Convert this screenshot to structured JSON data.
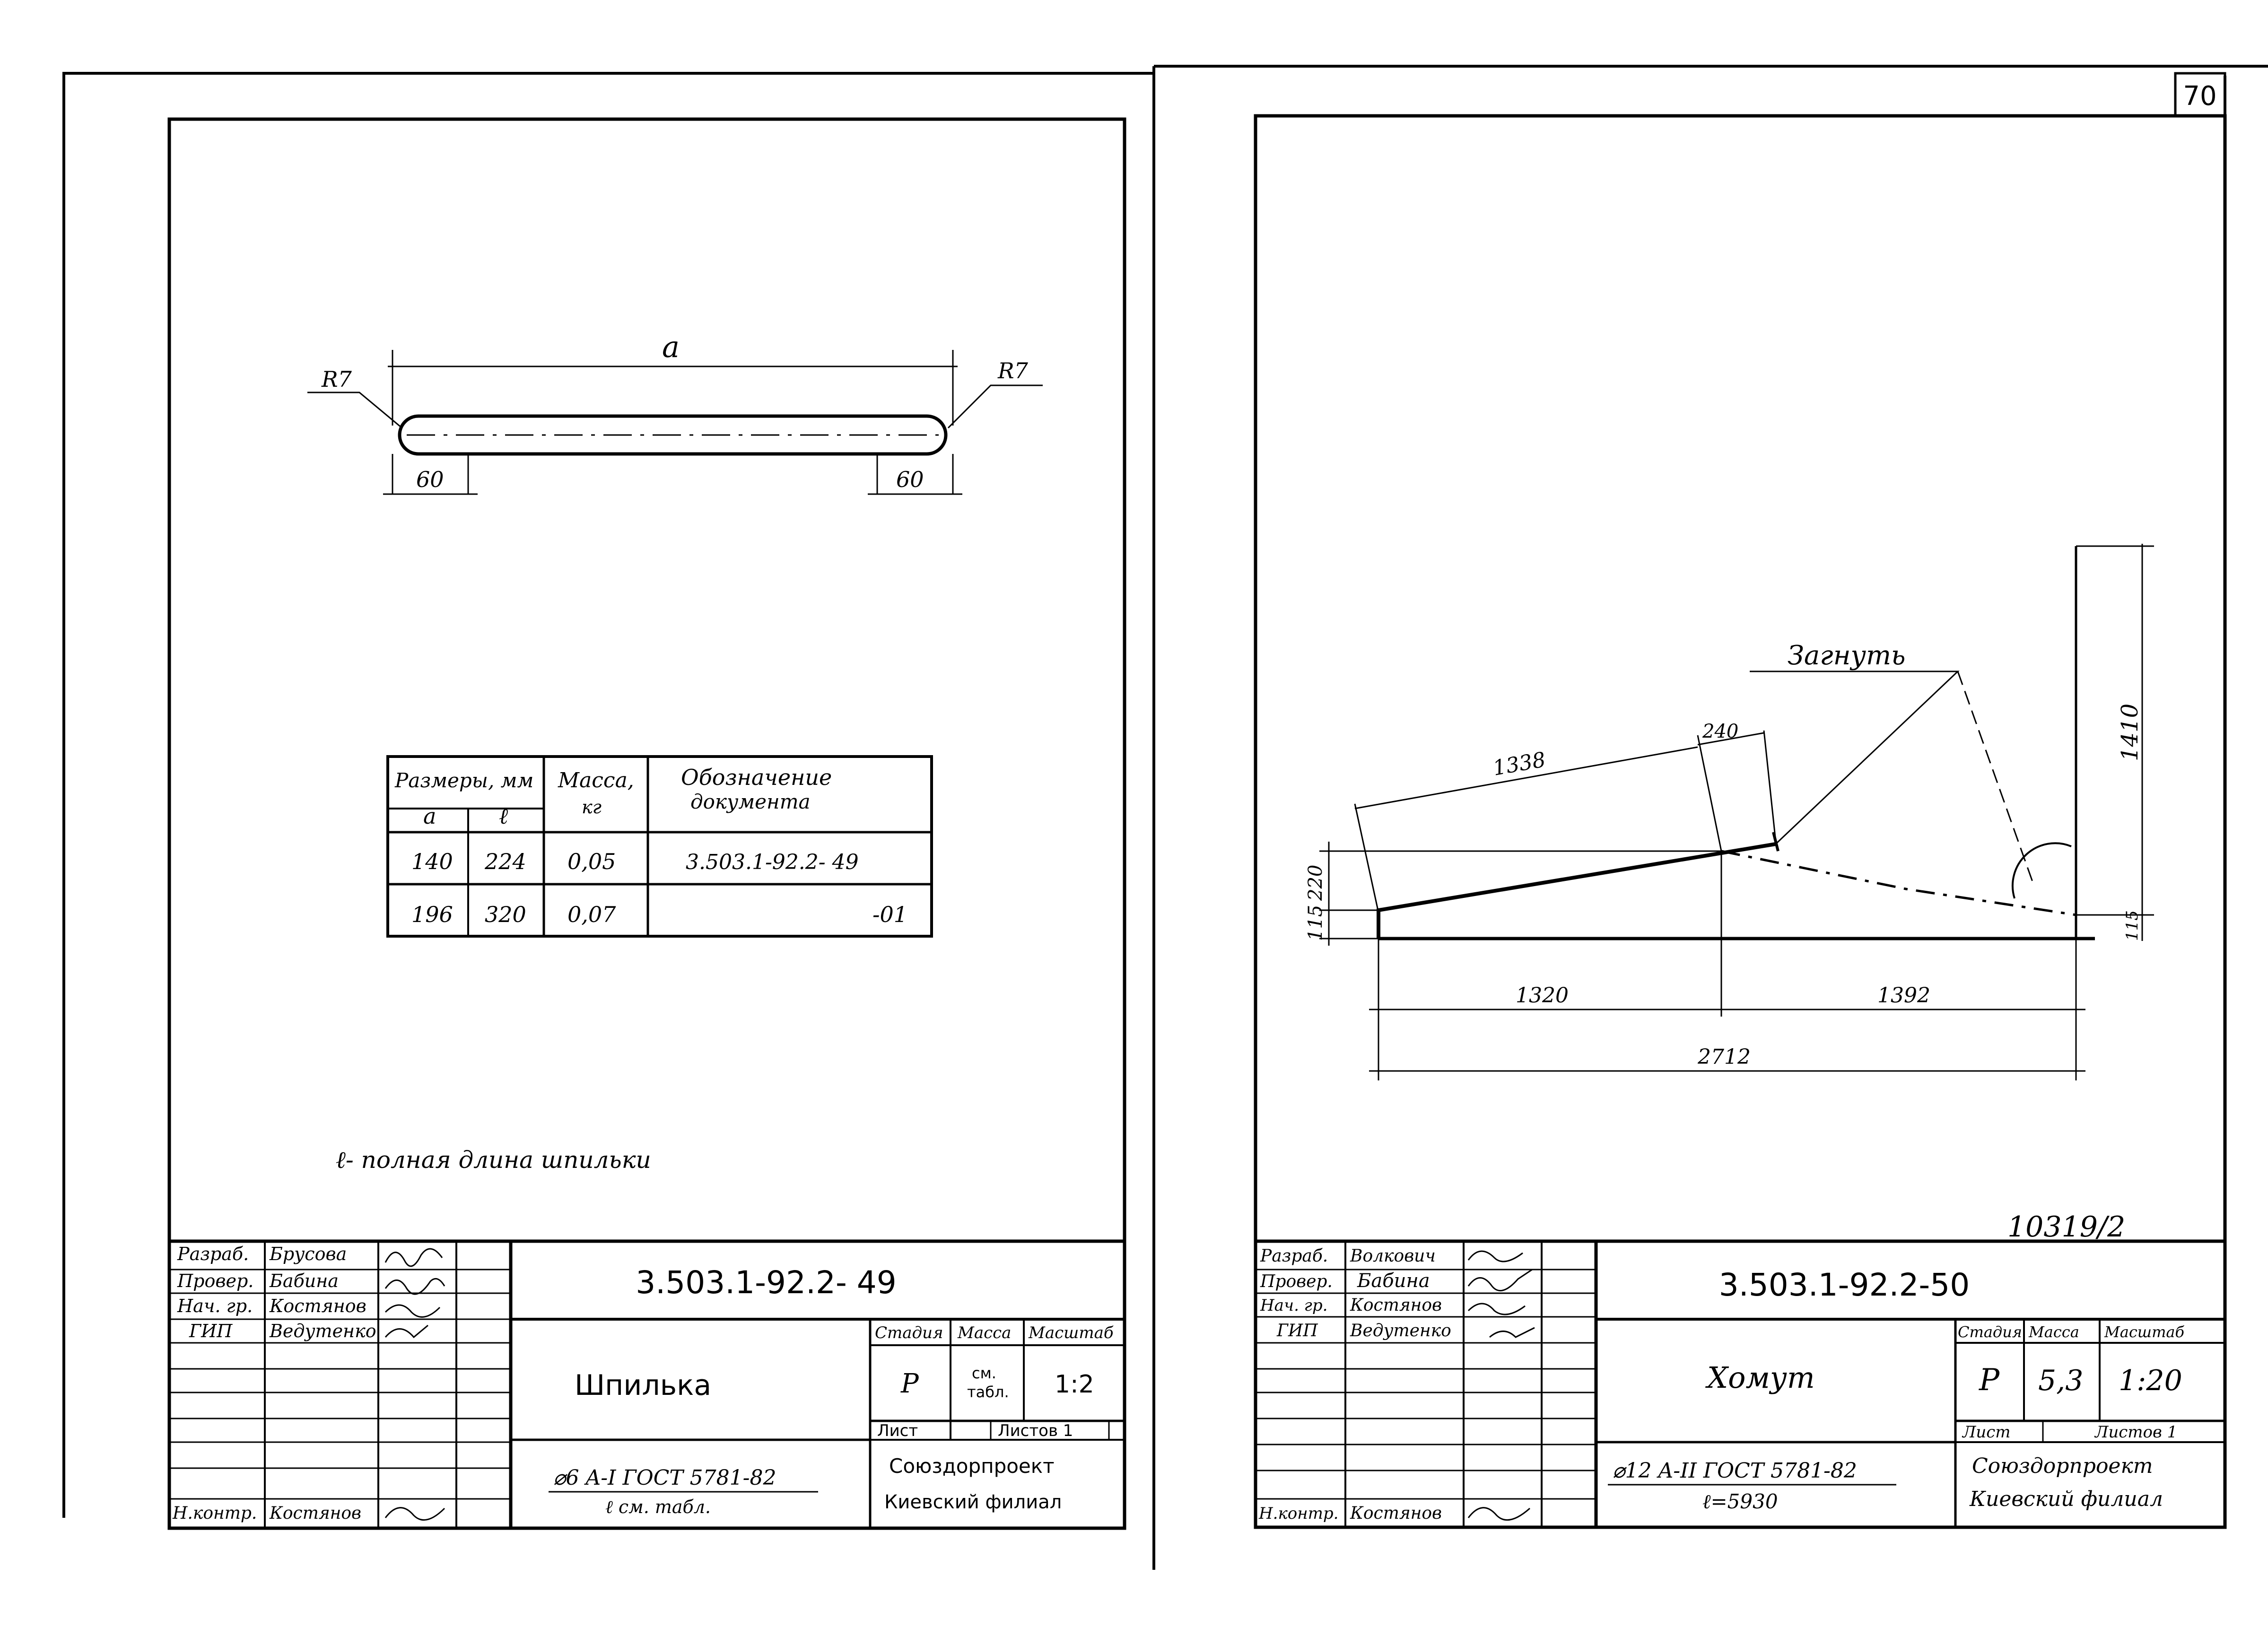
{
  "page_number": "70",
  "left": {
    "labels": {
      "a": "a",
      "r7_left": "R7",
      "r7_right": "R7",
      "dim60_left": "60",
      "dim60_right": "60"
    },
    "table": {
      "h_sizes": "Размеры, мм",
      "h_a": "a",
      "h_l": "ℓ",
      "h_mass": "Масса,",
      "h_mass_unit": "кг",
      "h_doc": "Обозначение",
      "h_doc2": "документа",
      "rows": [
        {
          "a": "140",
          "l": "224",
          "mass": "0,05",
          "doc": "3.503.1-92.2- 49"
        },
        {
          "a": "196",
          "l": "320",
          "mass": "0,07",
          "doc": "-01"
        }
      ]
    },
    "note": "ℓ- полная длина шпильки",
    "title_block": {
      "roles": [
        "Разраб.",
        "Провер.",
        "Нач. гр.",
        "ГИП",
        "Н.контр."
      ],
      "names": [
        "Брусова",
        "Бабина",
        "Костянов",
        "Ведутенко",
        "Костянов"
      ],
      "code": "3.503.1-92.2- 49",
      "name": "Шпилька",
      "h_stage": "Стадия",
      "h_mass": "Масса",
      "h_scale": "Масштаб",
      "stage": "Р",
      "mass_1": "см.",
      "mass_2": "табл.",
      "scale": "1:2",
      "sheet": "Лист",
      "sheets": "Листов 1",
      "material": "⌀6 A-I  ГОСТ 5781-82",
      "material2": "ℓ см. табл.",
      "org1": "Союздорпроект",
      "org2": "Киевский филиал"
    }
  },
  "right": {
    "labels": {
      "bend": "Загнуть",
      "d1338": "1338",
      "d240": "240",
      "d1410": "1410",
      "d115": "115",
      "d220": "220",
      "d115b": "115",
      "d1320": "1320",
      "d1392": "1392",
      "d2712": "2712"
    },
    "stamp_number": "10319/2",
    "title_block": {
      "roles": [
        "Разраб.",
        "Провер.",
        "Нач. гр.",
        "ГИП",
        "Н.контр."
      ],
      "names": [
        "Волкович",
        "Бабина",
        "Костянов",
        "Ведутенко",
        "Костянов"
      ],
      "code": "3.503.1-92.2-50",
      "name": "Хомут",
      "h_stage": "Стадия",
      "h_mass": "Масса",
      "h_scale": "Масштаб",
      "stage": "Р",
      "mass": "5,3",
      "scale": "1:20",
      "sheet": "Лист",
      "sheets": "Листов 1",
      "material": "⌀12 A-II ГОСТ 5781-82",
      "material2": "ℓ=5930",
      "org1": "Союздорпроект",
      "org2": "Киевский филиал"
    }
  }
}
